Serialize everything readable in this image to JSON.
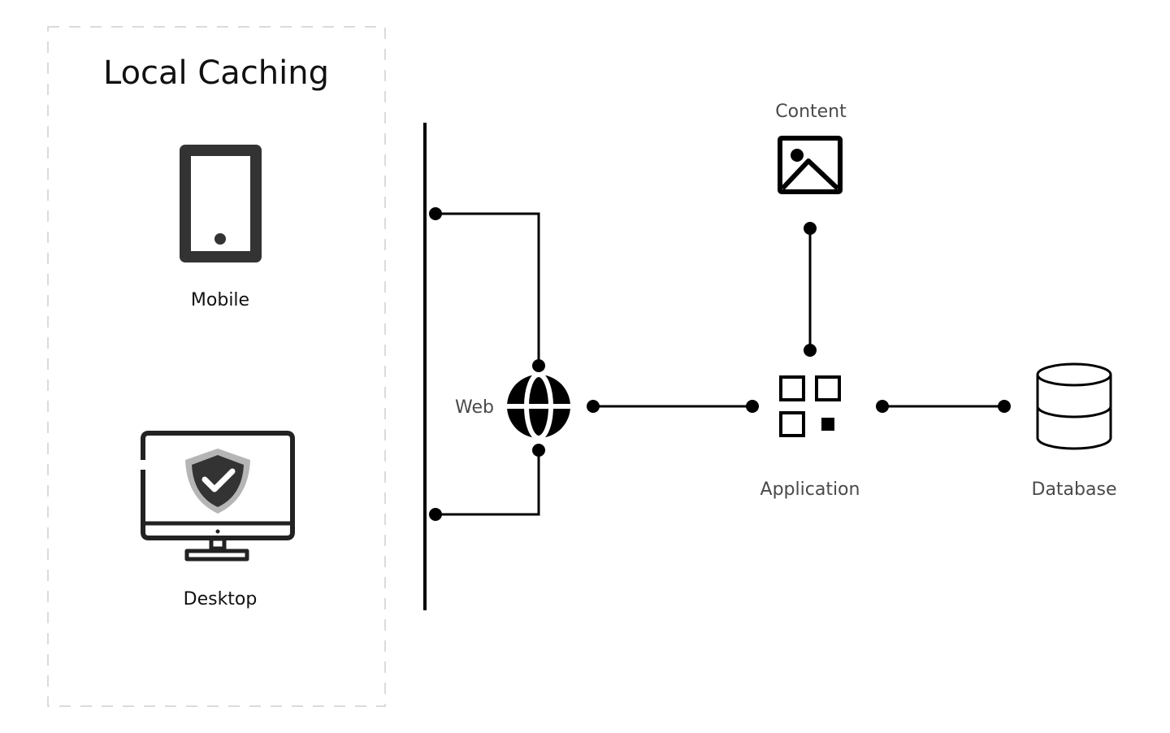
{
  "group": {
    "title": "Local Caching",
    "mobile_label": "Mobile",
    "desktop_label": "Desktop"
  },
  "nodes": {
    "web_label": "Web",
    "content_label": "Content",
    "application_label": "Application",
    "database_label": "Database"
  },
  "icons": {
    "mobile": "smartphone-icon",
    "desktop": "monitor-shield-icon",
    "web": "globe-icon",
    "content": "image-icon",
    "application": "qr-grid-icon",
    "database": "database-cylinder-icon"
  },
  "colors": {
    "stroke": "#000000",
    "device_dark": "#333333",
    "shield_light": "#b5b5b5",
    "group_border": "#cfcfcf",
    "label_text": "#4a4a4a",
    "title_text": "#111111"
  }
}
